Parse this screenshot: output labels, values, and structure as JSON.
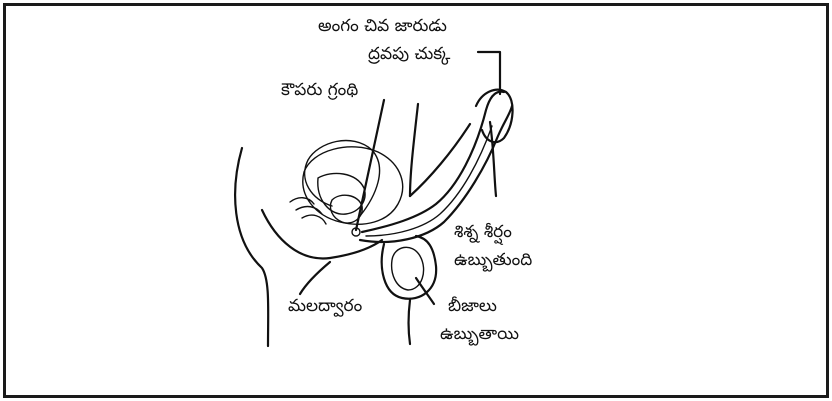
{
  "labels": {
    "fluid_line1": "అంగం చివ జారుడు",
    "fluid_line2": "ద్రవపు చుక్క",
    "cowper_gland": "కౌపరు గ్రంథి",
    "glans_line1": "శిశ్న శీర్షం",
    "glans_line2": "ఉబ్బుతుంది",
    "anus": "మలద్వారం",
    "testes_line1": "బీజాలు",
    "testes_line2": "ఉబ్బుతాయి"
  }
}
